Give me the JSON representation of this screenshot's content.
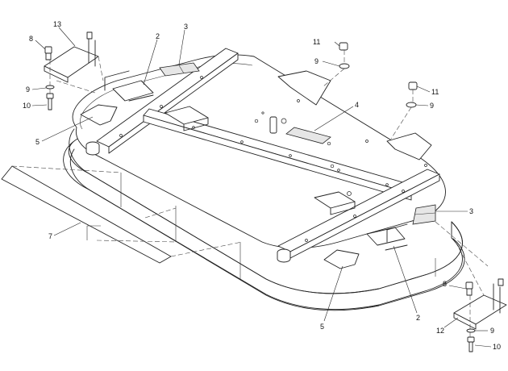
{
  "callouts": {
    "c13": "13",
    "c8a": "8",
    "c9a": "9",
    "c10a": "10",
    "c2a": "2",
    "c3a": "3",
    "c11a": "11",
    "c9b": "9",
    "c11b": "11",
    "c9c": "9",
    "c4": "4",
    "c5a": "5",
    "c7": "7",
    "c3b": "3",
    "c8b": "8",
    "c12": "12",
    "c9d": "9",
    "c10b": "10",
    "c2b": "2",
    "c5b": "5"
  }
}
